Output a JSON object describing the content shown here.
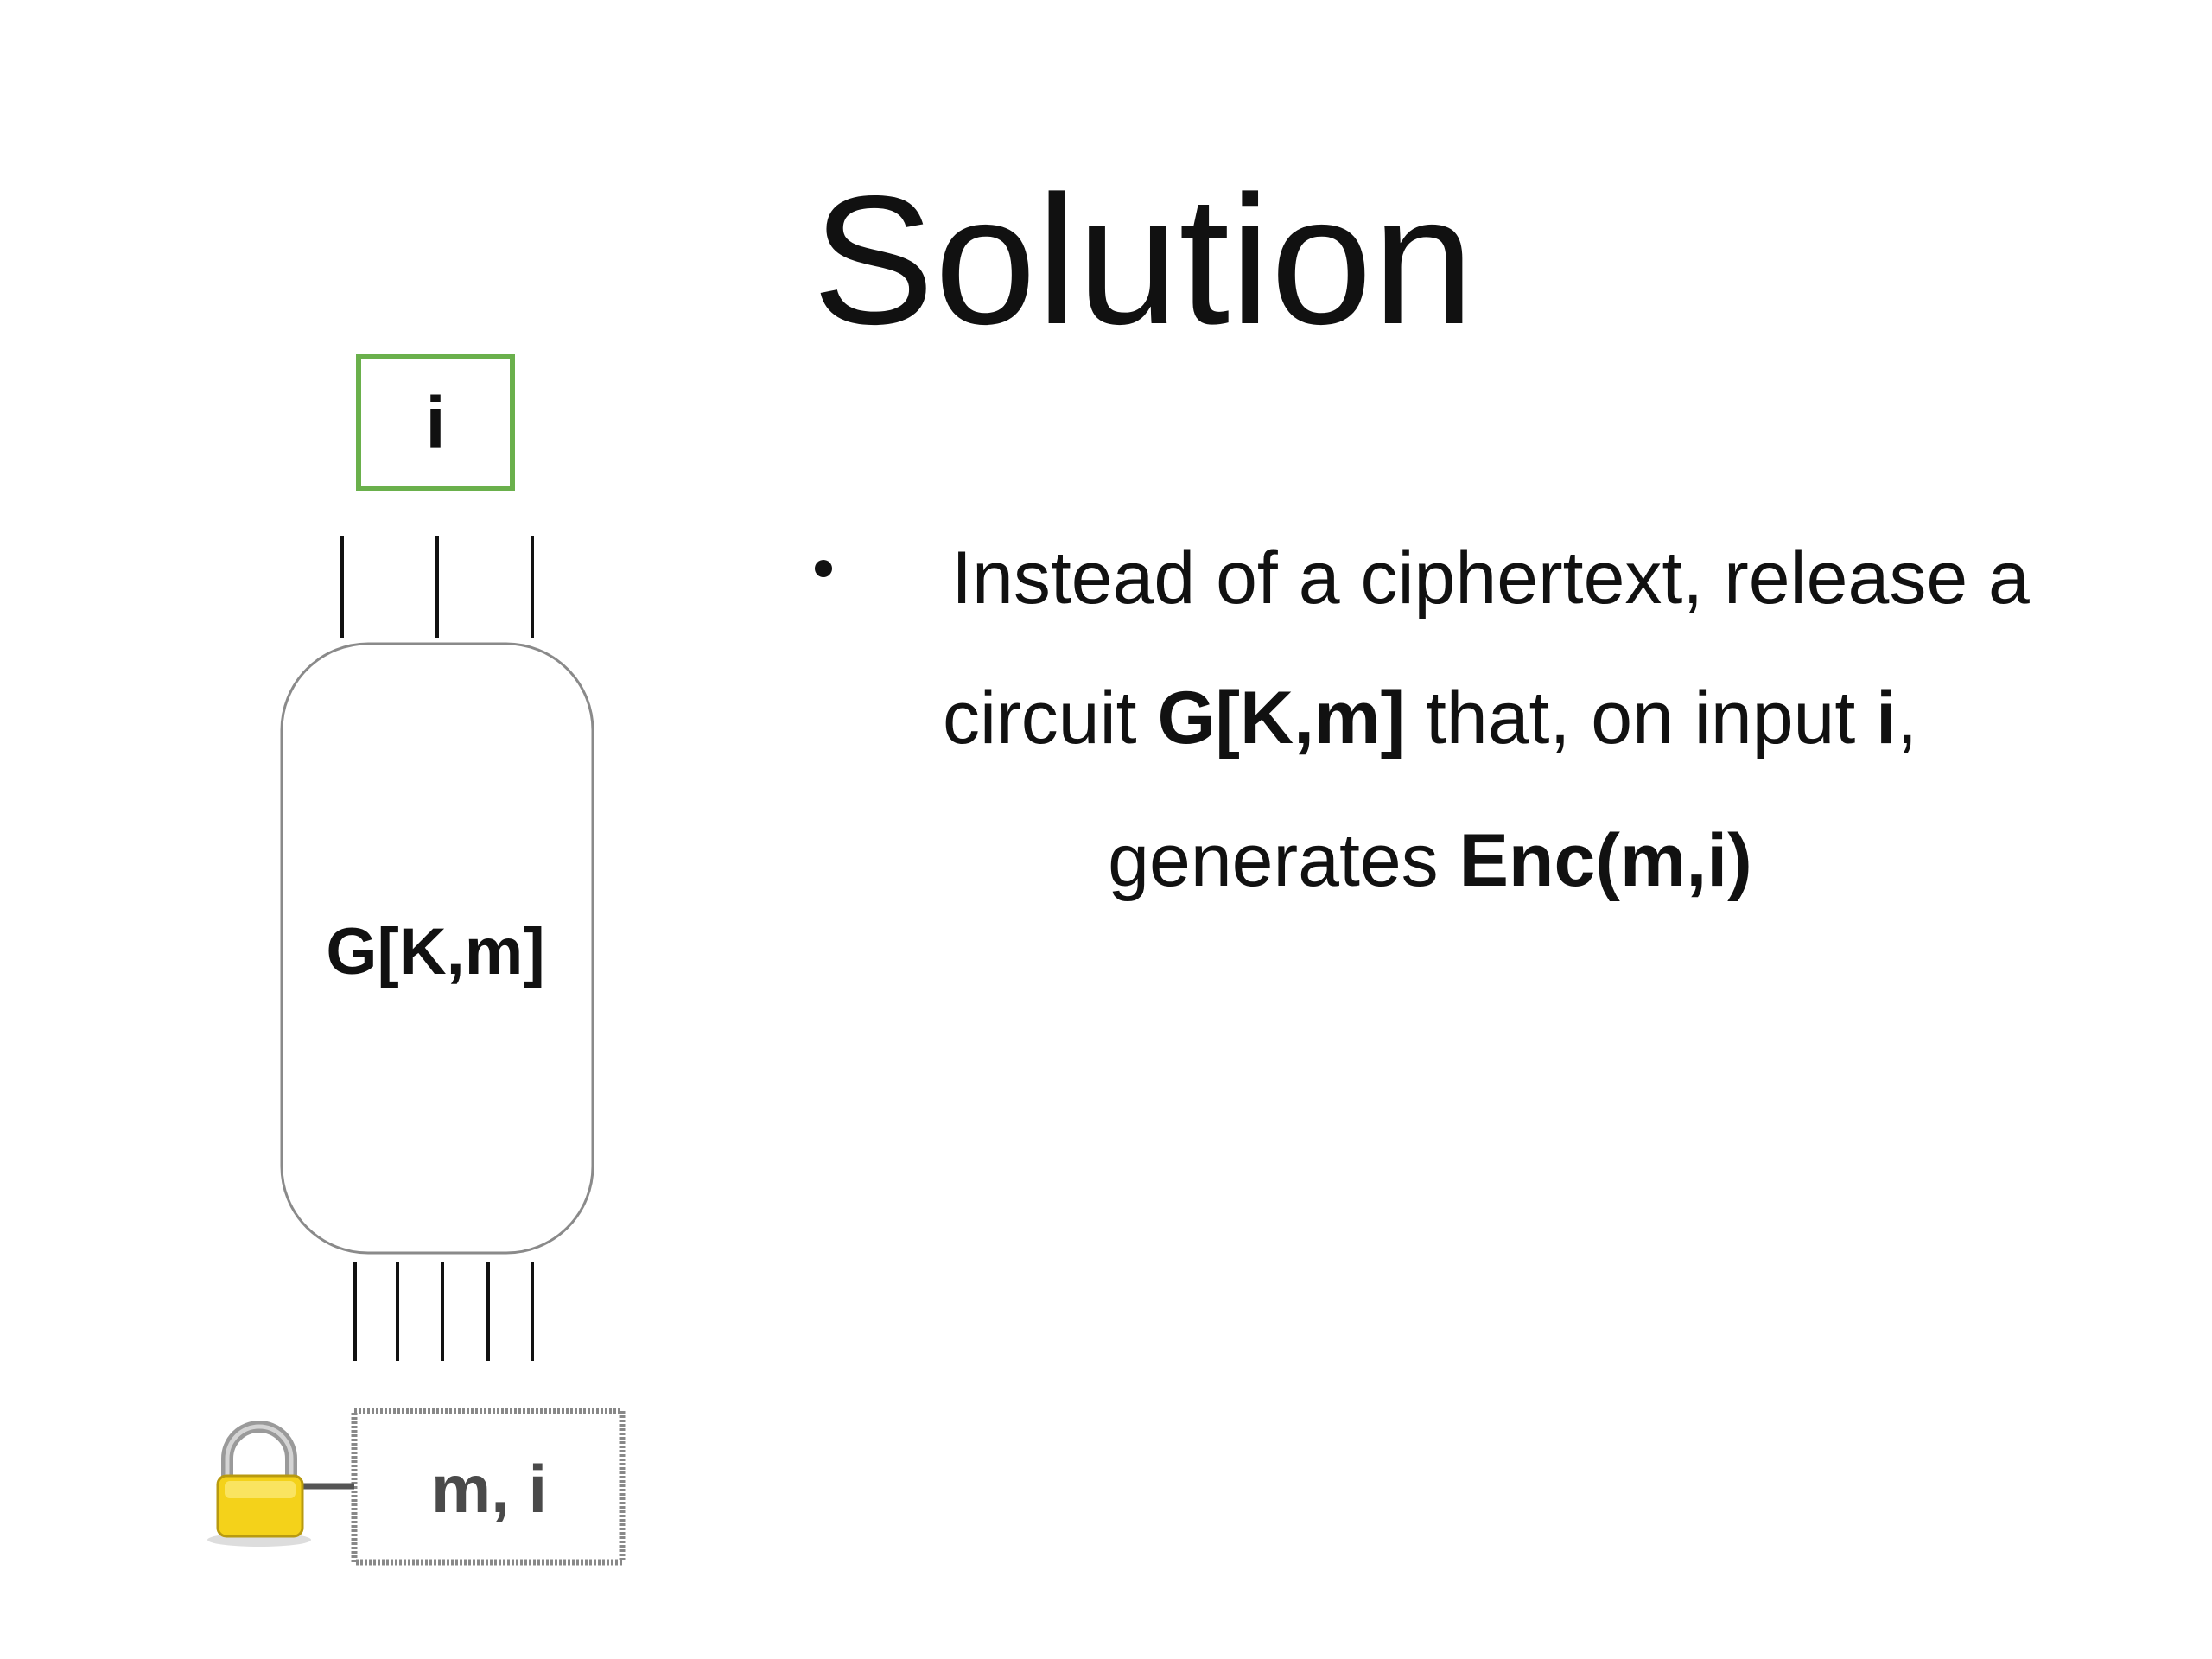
{
  "slide": {
    "title": "Solution",
    "bullet": {
      "line1": "Instead of a ciphertext, release a",
      "line2_a": "circuit ",
      "line2_b": "G[K,m]",
      "line2_c": " that, on input ",
      "line2_d": "i",
      "line2_e": ",",
      "line3_a": "generates ",
      "line3_b": "Enc(m,i)"
    }
  },
  "diagram": {
    "input_label": "i",
    "circuit_label": "G[K,m]",
    "hidden_input_label": "m, i",
    "colors": {
      "input_border": "#6ab04c",
      "hidden_border": "#888888",
      "lock_body": "#f4d21a",
      "lock_shackle": "#9a9a9a"
    },
    "icons": {
      "lock": "padlock-icon"
    }
  }
}
